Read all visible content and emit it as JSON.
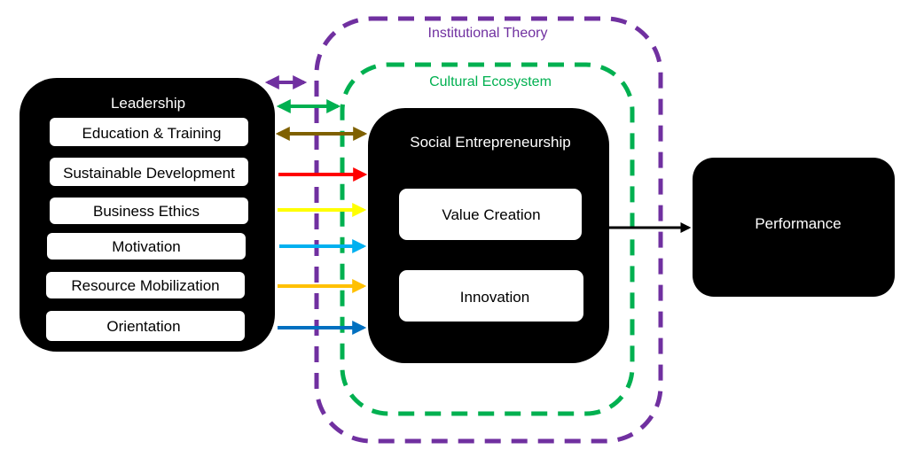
{
  "diagram": {
    "frames": {
      "institutional": {
        "label": "Institutional Theory",
        "color": "#7030a0"
      },
      "cultural": {
        "label": "Cultural Ecosystem",
        "color": "#00b050"
      }
    },
    "leadership": {
      "title": "Leadership",
      "items": [
        {
          "label": "Education & Training",
          "arrow_color": "#7f6000",
          "arrow_type": "double"
        },
        {
          "label": "Sustainable Development",
          "arrow_color": "#ff0000",
          "arrow_type": "single"
        },
        {
          "label": "Business Ethics",
          "arrow_color": "#ffff00",
          "arrow_type": "single"
        },
        {
          "label": "Motivation",
          "arrow_color": "#00b0f0",
          "arrow_type": "single"
        },
        {
          "label": "Resource Mobilization",
          "arrow_color": "#ffc000",
          "arrow_type": "single"
        },
        {
          "label": "Orientation",
          "arrow_color": "#0070c0",
          "arrow_type": "single"
        }
      ]
    },
    "social_entrepreneurship": {
      "title": "Social Entrepreneurship",
      "items": [
        {
          "label": "Value Creation"
        },
        {
          "label": "Innovation"
        }
      ]
    },
    "performance": {
      "title": "Performance"
    },
    "connectors": {
      "institutional_link_color": "#7030a0",
      "cultural_link_color": "#00b050",
      "outcome_arrow_color": "#000000"
    }
  }
}
